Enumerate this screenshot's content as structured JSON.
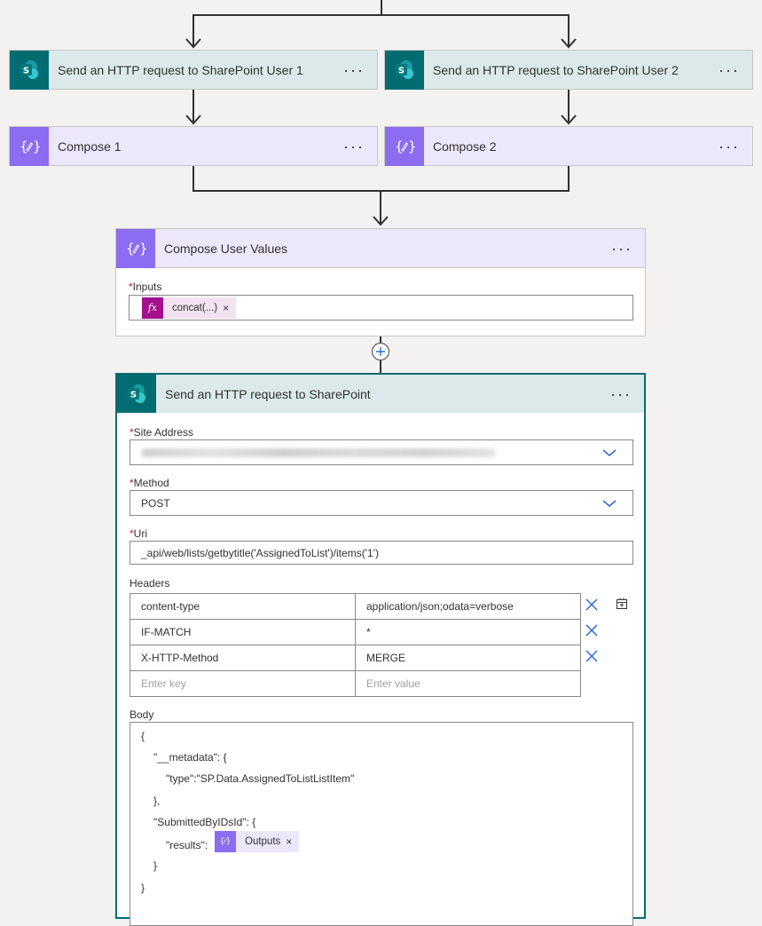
{
  "top_branch": {
    "left_action": {
      "title": "Send an HTTP request to SharePoint User 1",
      "menu_label": "···",
      "icon": "sharepoint-icon"
    },
    "right_action": {
      "title": "Send an HTTP request to SharePoint User 2",
      "menu_label": "···",
      "icon": "sharepoint-icon"
    },
    "left_compose": {
      "title": "Compose 1",
      "menu_label": "···",
      "icon": "compose-icon"
    },
    "right_compose": {
      "title": "Compose 2",
      "menu_label": "···",
      "icon": "compose-icon"
    }
  },
  "compose_user_values": {
    "title": "Compose User Values",
    "menu_label": "···",
    "inputs_label": "Inputs",
    "required_mark": "*",
    "token_label": "concat(...)",
    "token_icon_text": "fx",
    "token_remove": "×"
  },
  "add_step_icon": "plus-circle-icon",
  "http_action": {
    "title": "Send an HTTP request to SharePoint",
    "menu_label": "···",
    "site_address_label": "Site Address",
    "method_label": "Method",
    "method_value": "POST",
    "uri_label": "Uri",
    "uri_value": "_api/web/lists/getbytitle('AssignedToList')/items('1')",
    "headers_label": "Headers",
    "headers": [
      {
        "key": "content-type",
        "value": "application/json;odata=verbose"
      },
      {
        "key": "IF-MATCH",
        "value": "*"
      },
      {
        "key": "X-HTTP-Method",
        "value": "MERGE"
      }
    ],
    "key_placeholder": "Enter key",
    "value_placeholder": "Enter value",
    "body_label": "Body",
    "body_lines": [
      "{",
      "\"__metadata\": {",
      "\"type\":\"SP.Data.AssignedToListListItem\"",
      "},",
      "\"SubmittedByIDsId\": {",
      "\"results\":",
      "}",
      "}"
    ],
    "outputs_token": "Outputs",
    "outputs_remove": "×"
  },
  "colors": {
    "sharepoint_teal": "#036c70",
    "compose_purple": "#8c6cf0",
    "expression_magenta": "#a3118f",
    "link_blue": "#2e6ccf"
  }
}
